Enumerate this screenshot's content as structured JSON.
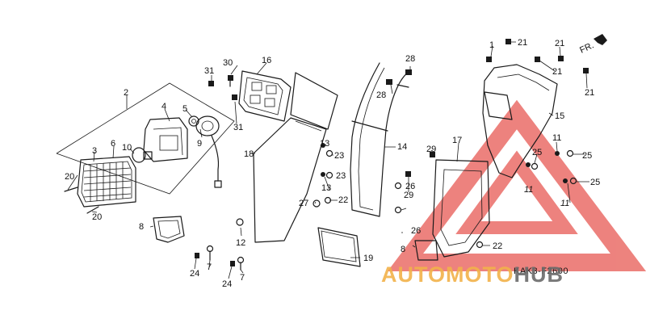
{
  "diagram_code": "KAK3-F2600",
  "direction_marker": "FR.",
  "watermark": {
    "part1": "AUTO",
    "part2": "MOTO",
    "part3": "HUB",
    "color_part1": "#f2b24a",
    "color_part2": "#f2b24a",
    "color_part3": "#6b6b6b",
    "triangle_color": "#e8605a"
  },
  "part_labels": [
    {
      "id": "l1",
      "text": "1"
    },
    {
      "id": "l2",
      "text": "2"
    },
    {
      "id": "l3",
      "text": "3"
    },
    {
      "id": "l4",
      "text": "4"
    },
    {
      "id": "l5",
      "text": "5"
    },
    {
      "id": "l6",
      "text": "6"
    },
    {
      "id": "l7a",
      "text": "7"
    },
    {
      "id": "l7b",
      "text": "7"
    },
    {
      "id": "l8a",
      "text": "8"
    },
    {
      "id": "l8b",
      "text": "8"
    },
    {
      "id": "l9",
      "text": "9"
    },
    {
      "id": "l10",
      "text": "10"
    },
    {
      "id": "l11a",
      "text": "11"
    },
    {
      "id": "l11b",
      "text": "11"
    },
    {
      "id": "l11c",
      "text": "11"
    },
    {
      "id": "l12",
      "text": "12"
    },
    {
      "id": "l13a",
      "text": "13"
    },
    {
      "id": "l13b",
      "text": "13"
    },
    {
      "id": "l14",
      "text": "14"
    },
    {
      "id": "l15",
      "text": "15"
    },
    {
      "id": "l16",
      "text": "16"
    },
    {
      "id": "l17",
      "text": "17"
    },
    {
      "id": "l18",
      "text": "18"
    },
    {
      "id": "l19",
      "text": "19"
    },
    {
      "id": "l20a",
      "text": "20"
    },
    {
      "id": "l20b",
      "text": "20"
    },
    {
      "id": "l21a",
      "text": "21"
    },
    {
      "id": "l21b",
      "text": "21"
    },
    {
      "id": "l21c",
      "text": "21"
    },
    {
      "id": "l21d",
      "text": "21"
    },
    {
      "id": "l22a",
      "text": "22"
    },
    {
      "id": "l22b",
      "text": "22"
    },
    {
      "id": "l23a",
      "text": "23"
    },
    {
      "id": "l23b",
      "text": "23"
    },
    {
      "id": "l24a",
      "text": "24"
    },
    {
      "id": "l24b",
      "text": "24"
    },
    {
      "id": "l25a",
      "text": "25"
    },
    {
      "id": "l25b",
      "text": "25"
    },
    {
      "id": "l25c",
      "text": "25"
    },
    {
      "id": "l26a",
      "text": "26"
    },
    {
      "id": "l26b",
      "text": "26"
    },
    {
      "id": "l27",
      "text": "27"
    },
    {
      "id": "l28a",
      "text": "28"
    },
    {
      "id": "l28b",
      "text": "28"
    },
    {
      "id": "l29a",
      "text": "29"
    },
    {
      "id": "l29b",
      "text": "29"
    },
    {
      "id": "l30",
      "text": "30"
    },
    {
      "id": "l31a",
      "text": "31"
    },
    {
      "id": "l31b",
      "text": "31"
    }
  ]
}
